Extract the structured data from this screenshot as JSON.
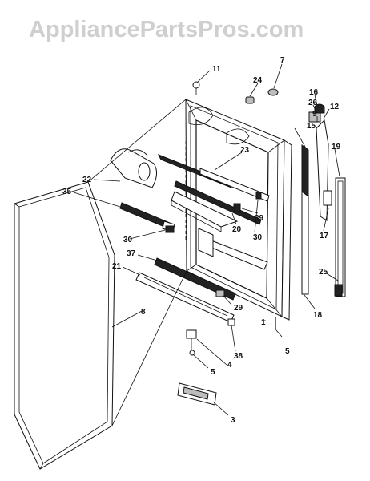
{
  "watermark": {
    "text": "AppliancePartsPros.com"
  },
  "parts": {
    "p1": "1",
    "p3": "3",
    "p4": "4",
    "p5a": "5",
    "p5b": "5",
    "p7": "7",
    "p8": "8",
    "p9": "9",
    "p11": "11",
    "p12": "12",
    "p15": "15",
    "p16": "16",
    "p17": "17",
    "p18": "18",
    "p19": "19",
    "p20": "20",
    "p21": "21",
    "p22": "22",
    "p23": "23",
    "p24": "24",
    "p25": "25",
    "p26": "26",
    "p29": "29",
    "p30a": "30",
    "p30b": "30",
    "p35": "35",
    "p37": "37",
    "p38": "38",
    "p39": "39"
  }
}
